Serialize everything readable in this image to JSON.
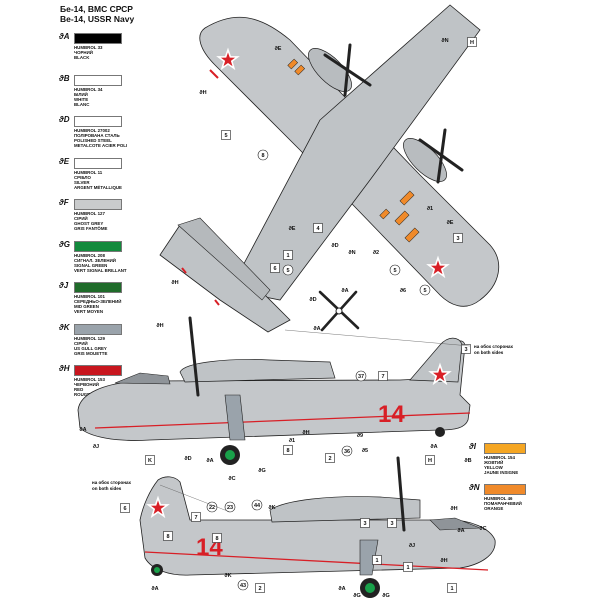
{
  "title": {
    "line1": "Бе-14, ВМС СРСР",
    "line2": "Be-14, USSR Navy"
  },
  "legend_left": [
    {
      "code": "A",
      "color": "#000000",
      "lines": [
        "HUMBROL 33",
        "ЧОРНИЙ",
        "BLACK"
      ]
    },
    {
      "code": "B",
      "color": "#ffffff",
      "lines": [
        "HUMBROL 34",
        "БІЛИЙ",
        "WHITE",
        "BLANC"
      ]
    },
    {
      "code": "D",
      "color": "#ffffff",
      "lines": [
        "HUMBROL 27002",
        "ПОЛІРОВАНА СТАЛЬ",
        "POLISHED STEEL",
        "METALCOTE ACIER POLI"
      ]
    },
    {
      "code": "E",
      "color": "#ffffff",
      "lines": [
        "HUMBROL 11",
        "СРІБЛО",
        "SILVER",
        "ARGENT MÉTALLIQUE"
      ]
    },
    {
      "code": "F",
      "color": "#c9cbcc",
      "lines": [
        "HUMBROL 127",
        "СІРИЙ",
        "GHOST GREY",
        "GRIS FANTÔME"
      ]
    },
    {
      "code": "G",
      "color": "#128a3c",
      "lines": [
        "HUMBROL 208",
        "СИГНАЛ. ЗЕЛЕНИЙ",
        "SIGNAL GREEN",
        "VERT SIGNAL BRILLANT"
      ]
    },
    {
      "code": "J",
      "color": "#1f6b2a",
      "lines": [
        "HUMBROL 101",
        "СЕРЕДНЬО-ЗЕЛЕНИЙ",
        "MID GREEN",
        "VERT MOYEN"
      ]
    },
    {
      "code": "K",
      "color": "#9aa3ab",
      "lines": [
        "HUMBROL 129",
        "СІРИЙ",
        "US GULL GREY",
        "GRIS MOUETTE"
      ]
    },
    {
      "code": "H",
      "color": "#c8161e",
      "lines": [
        "HUMBROL 153",
        "ЧЕРВОНИЙ",
        "RED",
        "ROUGE INSIGNE"
      ]
    }
  ],
  "legend_right": [
    {
      "code": "I",
      "color": "#f5a623",
      "lines": [
        "HUMBROL 154",
        "ЖОВТИЙ",
        "YELLOW",
        "JAUNE INSIGNE"
      ]
    },
    {
      "code": "N",
      "color": "#f08a2a",
      "lines": [
        "HUMBROL 46",
        "ПОМАРАНЧЕВИЙ",
        "ORANGE"
      ]
    }
  ],
  "notes": {
    "both_sides_1": "на обох сторонах",
    "both_sides_1_en": "on both sides",
    "both_sides_2": "на обох сторонах",
    "both_sides_2_en": "on both sides"
  },
  "aircraft": {
    "side_number": "14"
  },
  "callouts_top": [
    "E",
    "H",
    "5",
    "8",
    "E",
    "6",
    "4",
    "D",
    "N",
    "2",
    "5",
    "6",
    "H",
    "5",
    "E",
    "3",
    "N",
    "H",
    "1",
    "H",
    "1",
    "5"
  ],
  "prop_labels": [
    "A",
    "D",
    "A"
  ],
  "callouts_side1": [
    "3",
    "37",
    "7",
    "36",
    "8",
    "2",
    "9",
    "5",
    "D",
    "K",
    "A",
    "C",
    "A",
    "H",
    "B",
    "1",
    "J",
    "A",
    "H",
    "G"
  ],
  "callouts_side2": [
    "6",
    "8",
    "7",
    "22",
    "23",
    "44",
    "K",
    "3",
    "3",
    "H",
    "A",
    "C",
    "43",
    "2",
    "1",
    "1",
    "K",
    "8",
    "H",
    "A",
    "1",
    "G",
    "A",
    "G",
    "J"
  ],
  "colors": {
    "fuselage": "#c4c7ca",
    "fuselage_dark": "#8f9499",
    "outline": "#222222",
    "red": "#d81f26",
    "green": "#19a14a",
    "orange": "#f08a2a",
    "background": "#ffffff"
  }
}
